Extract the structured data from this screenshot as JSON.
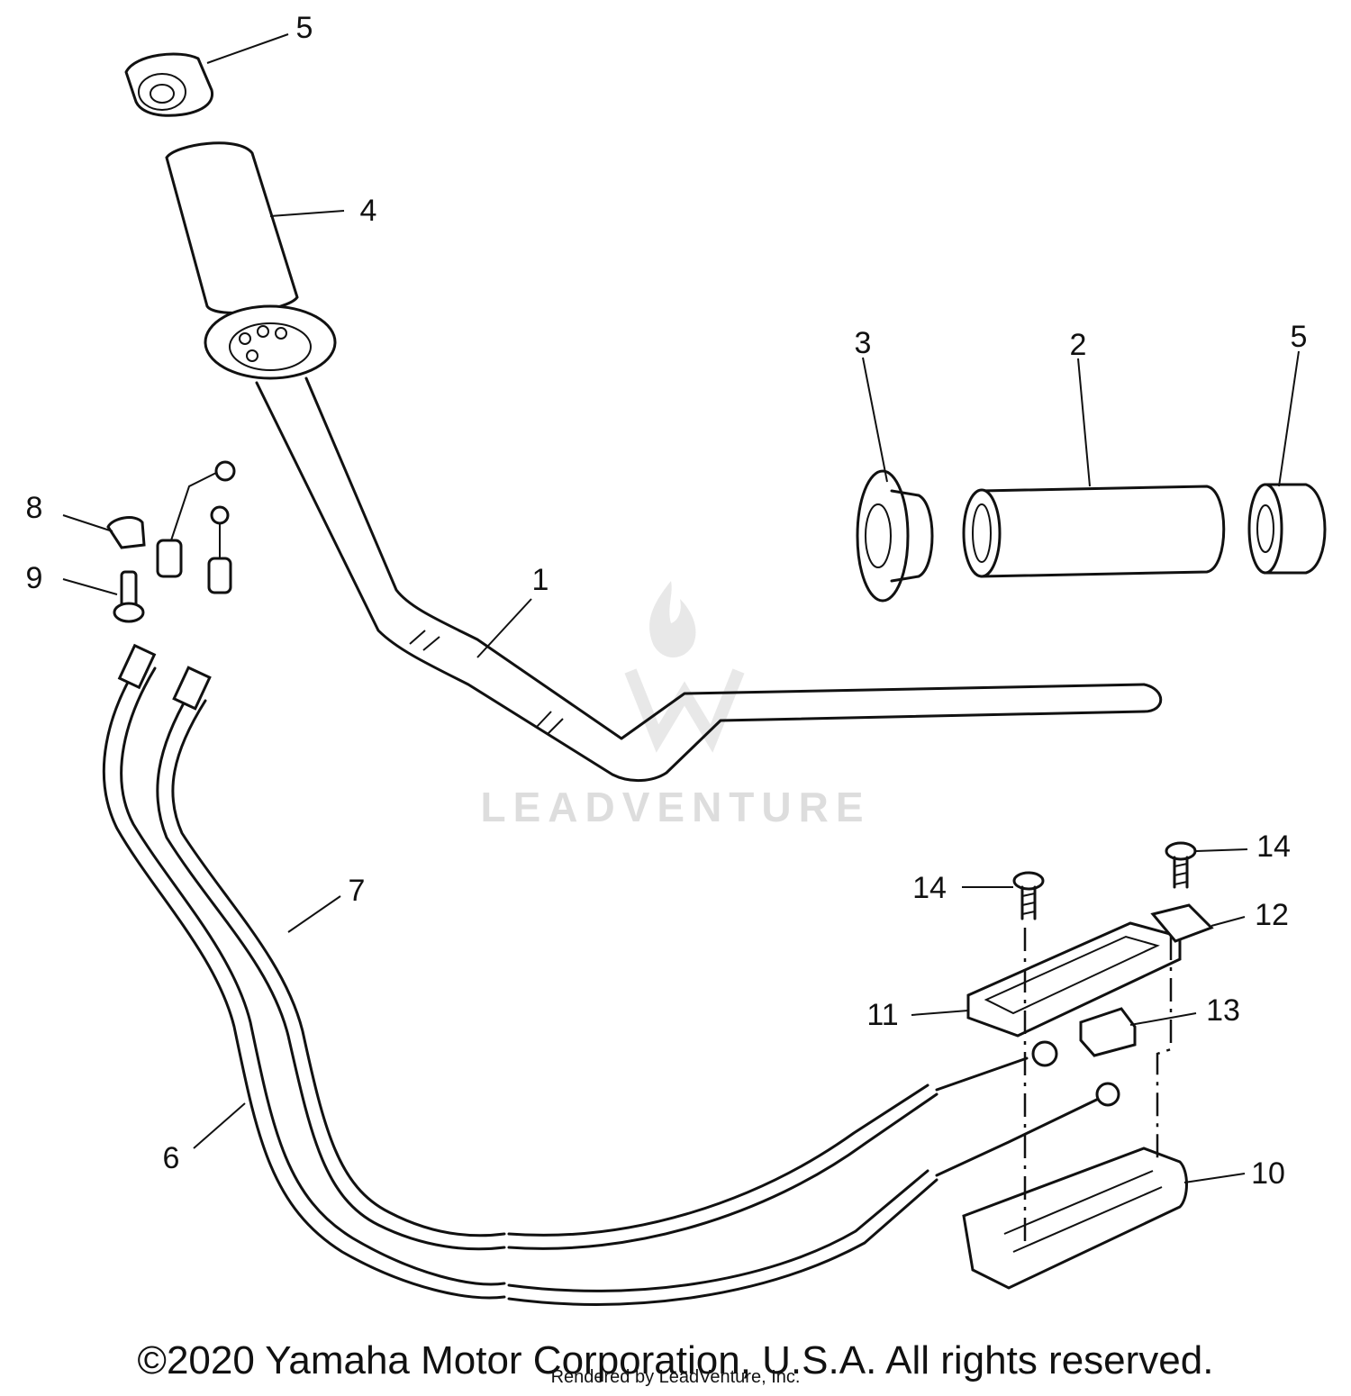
{
  "watermark": {
    "brand": "LEADVENTURE"
  },
  "callouts": [
    {
      "id": "c1",
      "label": "1"
    },
    {
      "id": "c2",
      "label": "2"
    },
    {
      "id": "c3",
      "label": "3"
    },
    {
      "id": "c4",
      "label": "4"
    },
    {
      "id": "c5a",
      "label": "5"
    },
    {
      "id": "c5b",
      "label": "5"
    },
    {
      "id": "c6",
      "label": "6"
    },
    {
      "id": "c7",
      "label": "7"
    },
    {
      "id": "c8",
      "label": "8"
    },
    {
      "id": "c9",
      "label": "9"
    },
    {
      "id": "c10",
      "label": "10"
    },
    {
      "id": "c11",
      "label": "11"
    },
    {
      "id": "c12",
      "label": "12"
    },
    {
      "id": "c13",
      "label": "13"
    },
    {
      "id": "c14a",
      "label": "14"
    },
    {
      "id": "c14b",
      "label": "14"
    }
  ],
  "footer": {
    "copyright": "©2020 Yamaha Motor Corporation, U.S.A. All rights reserved.",
    "rendered_by": "Rendered by LeadVenture, Inc."
  }
}
